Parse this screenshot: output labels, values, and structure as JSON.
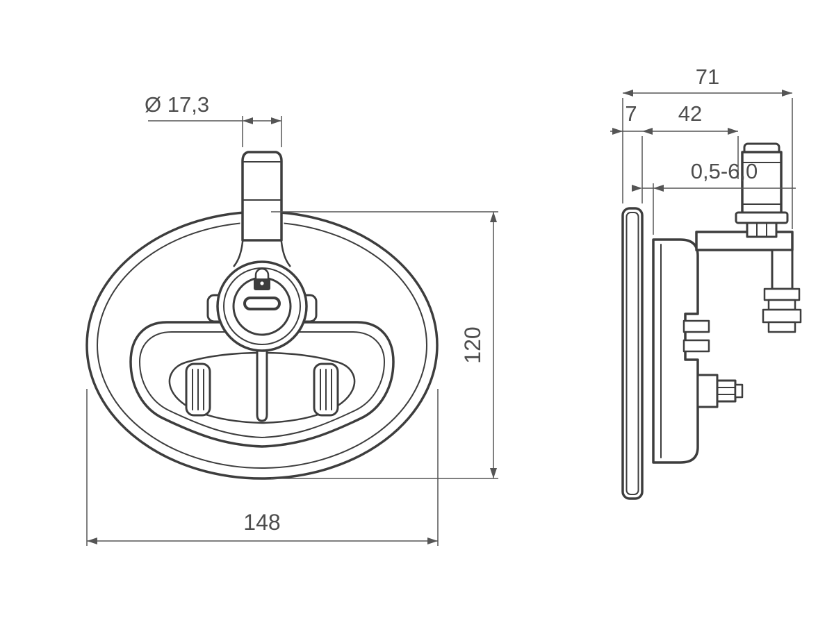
{
  "dimensions": {
    "knob_diameter": "Ø 17,3",
    "overall_width": "148",
    "overall_height": "120",
    "overall_depth": "71",
    "flange_thickness": "7",
    "body_depth": "42",
    "grip_range": "0,5-6,0"
  },
  "icons": {
    "lock": "lock-icon"
  },
  "colors": {
    "background": "#ffffff",
    "part_line": "#3d3d3d",
    "dimension_line": "#555555",
    "dimension_text": "#4d4d4d"
  }
}
